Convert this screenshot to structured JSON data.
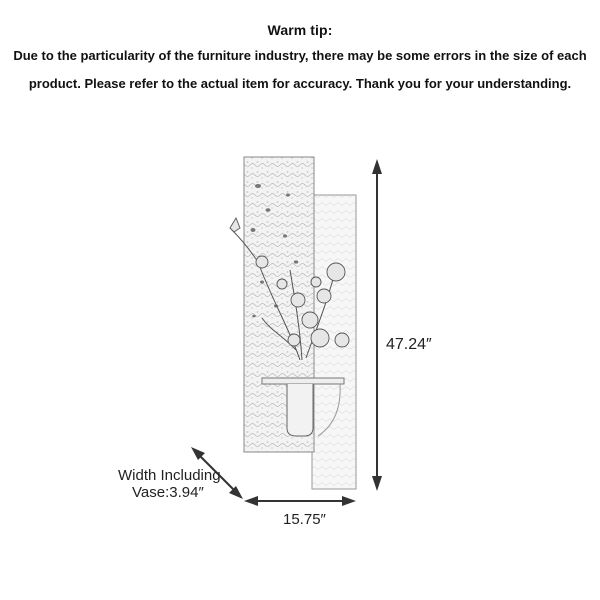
{
  "tip": {
    "title": "Warm tip:",
    "line1": "Due to the particularity of the furniture industry, there may be some errors in the size of each",
    "line2": "product. Please refer to the actual item for accuracy. Thank you for your understanding."
  },
  "dimensions": {
    "height": "47.24″",
    "width": "15.75″",
    "depth_line1": "Width Including",
    "depth_line2": "Vase:3.94″"
  },
  "illustration": {
    "subject": "wall-panel-with-flower-vase"
  }
}
